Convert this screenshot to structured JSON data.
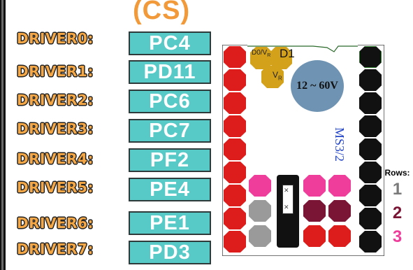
{
  "header": {
    "cs_label": "(CS)"
  },
  "drivers": [
    {
      "label": "DRIVER0:",
      "pin": "PC4"
    },
    {
      "label": "DRIVER1:",
      "pin": "PD11"
    },
    {
      "label": "DRIVER2:",
      "pin": "PC6"
    },
    {
      "label": "DRIVER3:",
      "pin": "PC7"
    },
    {
      "label": "DRIVER4:",
      "pin": "PF2"
    },
    {
      "label": "DRIVER5:",
      "pin": "PE4"
    },
    {
      "label": "DRIVER6:",
      "pin": "PE1"
    },
    {
      "label": "DRIVER7:",
      "pin": "PD3"
    }
  ],
  "board": {
    "d0_label": "D0/V",
    "d0_sub": "R",
    "d1_label": "D1",
    "vr_label": "V",
    "vr_sub": "R",
    "voltage": "12 ~ 60V",
    "slot_label": "MS3/2"
  },
  "legend": {
    "title": "Rows:",
    "rows": [
      {
        "num": "1",
        "color": "#7a7a7a"
      },
      {
        "num": "2",
        "color": "#7a1535"
      },
      {
        "num": "3",
        "color": "#ee3d9a"
      }
    ]
  },
  "colors": {
    "orange": "#f29a3a",
    "teal": "#57c9c6",
    "red": "#dd1c1c",
    "black": "#111111",
    "pink": "#ee3d9a",
    "maroon": "#7a1535",
    "gray": "#9a9a9a",
    "gold": "#d4a21a",
    "steel": "#6f93b2"
  }
}
